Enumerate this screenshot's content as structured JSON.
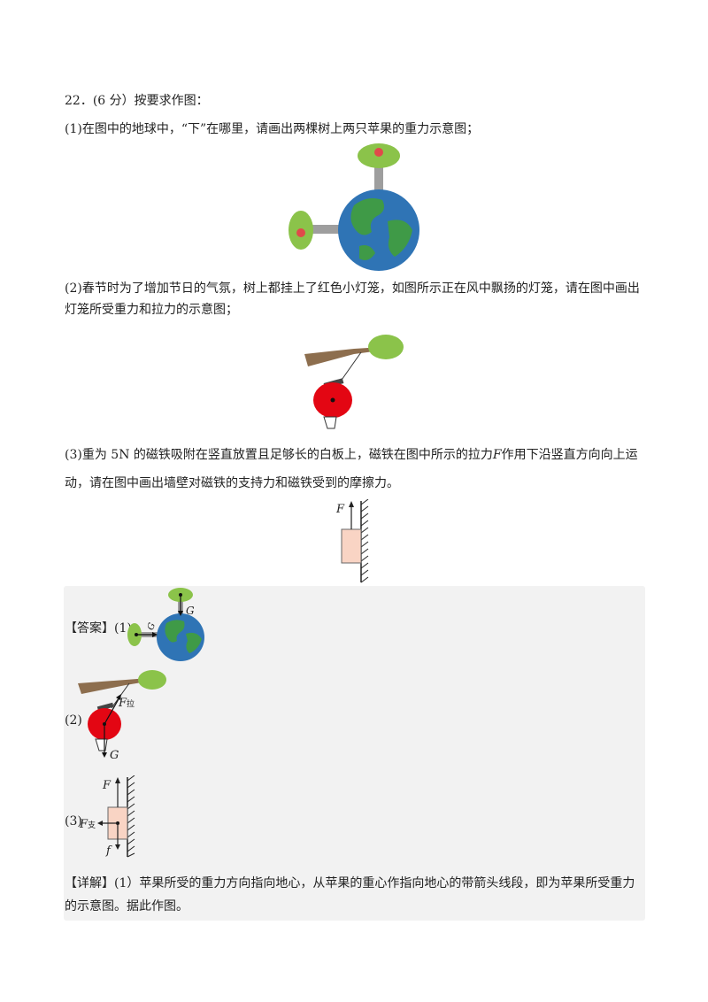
{
  "question": {
    "heading": "22．(6 分）按要求作图：",
    "part1": "(1)在图中的地球中，“下”在哪里，请画出两棵树上两只苹果的重力示意图；",
    "part2_line1": "(2)春节时为了增加节日的气氛，树上都挂上了红色小灯笼，如图所示正在风中飘扬的灯笼，请在图中画出",
    "part2_line2": "灯笼所受重力和拉力的示意图；",
    "part3_line1_a": "(3)重为 5N 的磁铁吸附在竖直放置且足够长的白板上，磁铁在图中所示的拉力",
    "part3_line1_var": "F",
    "part3_line1_b": "作用下沿竖直方向向上运",
    "part3_line2": "动，请在图中画出墙壁对磁铁的支持力和磁铁受到的摩擦力。",
    "fig3_force_label": "F"
  },
  "answer": {
    "label": "【答案】(1)",
    "part1_label_top": "G",
    "part1_label_left": "G",
    "part2_label": "(2)",
    "part2_pull_main": "F",
    "part2_pull_sub": "拉",
    "part2_gravity": "G",
    "part3_label": "(3)",
    "part3_support_main": "F",
    "part3_support_sub": "支",
    "part3_pull": "F",
    "part3_friction": "f"
  },
  "explanation": {
    "label": "【详解】(1）",
    "line1": "苹果所受的重力方向指向地心，从苹果的重心作指向地心的带箭头线段，即为苹果所受重力",
    "line2": "的示意图。据此作图。"
  },
  "colors": {
    "earth_ocean": "#2f74b5",
    "earth_land": "#3f9a47",
    "tree_leaves": "#8bc34a",
    "trunk": "#9e9e9e",
    "branch": "#8d6e4e",
    "lantern": "#e30613",
    "magnet": "#f9d4c4",
    "answer_bg": "#f2f2f2"
  }
}
